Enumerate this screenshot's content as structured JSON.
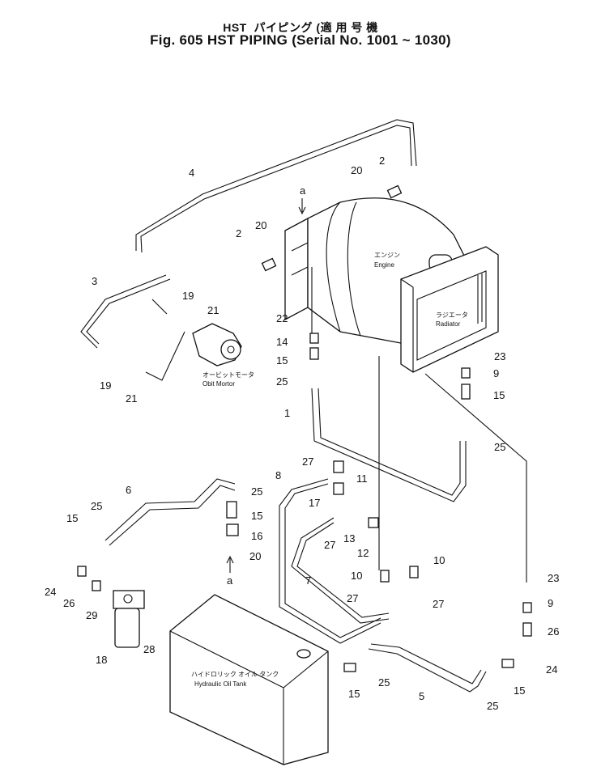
{
  "header": {
    "line1_prefix": "HST",
    "line1_jp": "パイピング",
    "line1_applic": "(適 用 号 機",
    "line2": "Fig. 605 HST PIPING (Serial No. 1001 ~ 1030)"
  },
  "components": {
    "engine_jp": "エンジン",
    "engine_en": "Engine",
    "radiator_jp": "ラジエータ",
    "radiator_en": "Radiator",
    "motor_jp": "オービットモータ",
    "motor_en": "Obit Mortor",
    "tank_jp": "ハイドロリック オイル タンク",
    "tank_en": "Hydraulic Oil Tank"
  },
  "ref_marks": [
    "a",
    "a"
  ],
  "callouts": [
    "4",
    "20",
    "2",
    "2",
    "20",
    "3",
    "19",
    "21",
    "19",
    "21",
    "22",
    "14",
    "15",
    "25",
    "1",
    "23",
    "9",
    "15",
    "25",
    "27",
    "8",
    "6",
    "25",
    "15",
    "16",
    "20",
    "15",
    "25",
    "11",
    "17",
    "27",
    "13",
    "12",
    "7",
    "10",
    "10",
    "27",
    "27",
    "23",
    "9",
    "26",
    "24",
    "29",
    "26",
    "24",
    "18",
    "28",
    "15",
    "25",
    "5",
    "25",
    "15"
  ]
}
